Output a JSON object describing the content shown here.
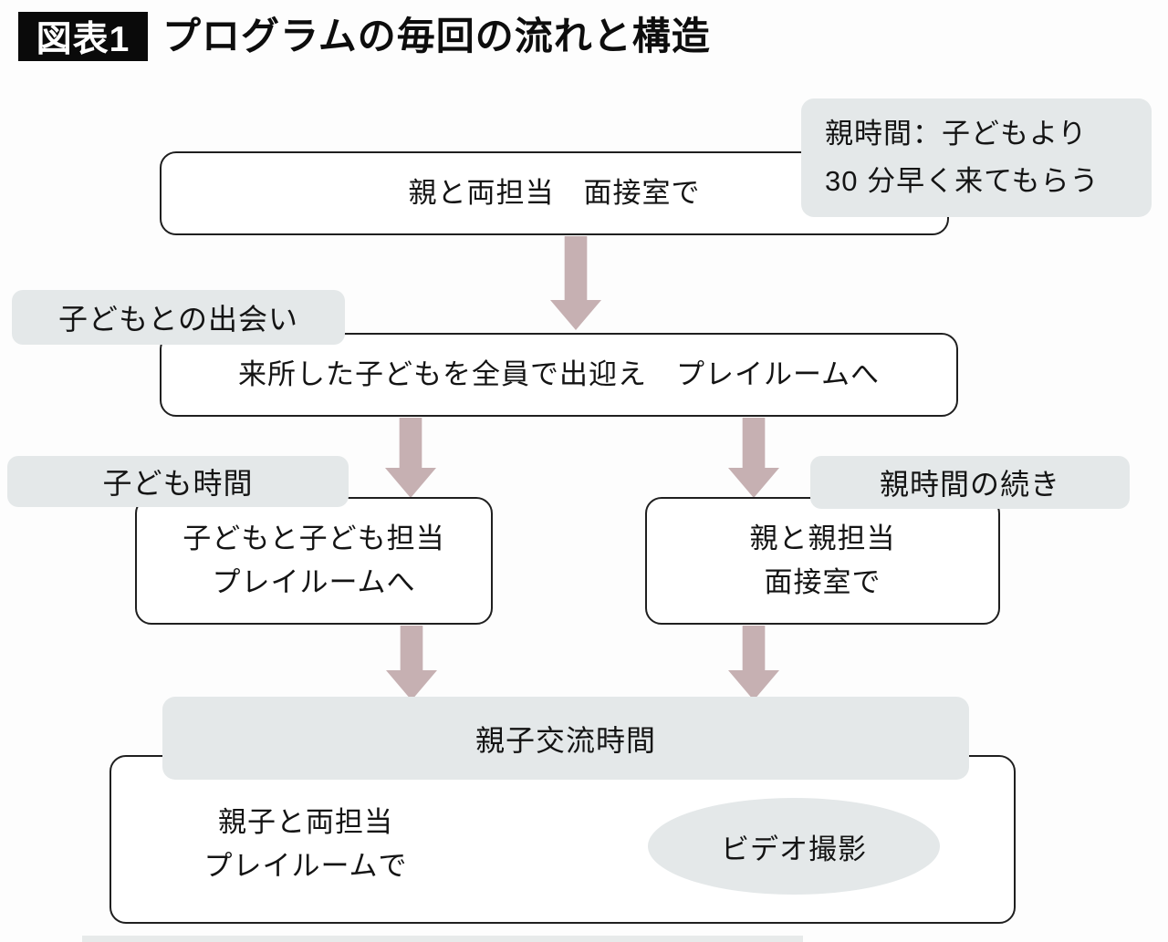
{
  "title": {
    "badge": "図表1",
    "text": "プログラムの毎回の流れと構造"
  },
  "colors": {
    "label_bg": "#e4e8e9",
    "arrow": "#c6b0b2",
    "box_border": "#1f1f1f",
    "text": "#141414",
    "badge_bg": "#0a0a0a",
    "badge_text": "#ffffff"
  },
  "flow": {
    "note_parent_time": {
      "line1": "親時間：子どもより",
      "line2": "30 分早く来てもらう"
    },
    "step1_parent_intake": {
      "text": "親と両担当　面接室で"
    },
    "label_child_meeting": "子どもとの出会い",
    "step2_welcome": {
      "text": "来所した子どもを全員で出迎え　プレイルームへ"
    },
    "label_child_time": "子ども時間",
    "label_parent_time_cont": "親時間の続き",
    "step3_child_session": {
      "line1": "子どもと子ども担当",
      "line2": "プレイルームへ"
    },
    "step3_parent_session": {
      "line1": "親と親担当",
      "line2": "面接室で"
    },
    "label_family_interaction_time": "親子交流時間",
    "step4_family_session": {
      "line1": "親子と両担当",
      "line2": "プレイルームで"
    },
    "video_note": "ビデオ撮影"
  }
}
